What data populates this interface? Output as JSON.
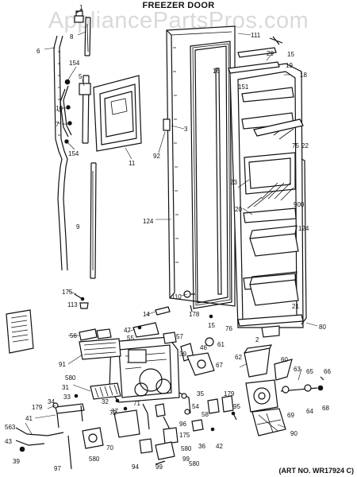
{
  "diagram": {
    "title": "FREEZER DOOR",
    "watermark": "AppliancePartsPros.com",
    "art_number": "(ART NO. WR17924 C)",
    "part_callouts": [
      "1",
      "6",
      "8",
      "154",
      "5",
      "10",
      "7",
      "154",
      "11",
      "3",
      "92",
      "9",
      "175",
      "113",
      "111",
      "29",
      "15",
      "19",
      "18",
      "16",
      "151",
      "23",
      "75",
      "22",
      "900",
      "124",
      "124",
      "21",
      "20",
      "110",
      "14",
      "178",
      "15",
      "76",
      "80",
      "2",
      "46",
      "47",
      "55",
      "56",
      "57",
      "39",
      "61",
      "62",
      "60",
      "67",
      "63",
      "65",
      "66",
      "64",
      "68",
      "69",
      "90",
      "91",
      "580",
      "31",
      "33",
      "32",
      "37",
      "34",
      "35",
      "54",
      "58",
      "179",
      "179",
      "95",
      "70",
      "71",
      "96",
      "72",
      "175",
      "36",
      "42",
      "41",
      "563",
      "43",
      "39",
      "97",
      "580",
      "94",
      "99",
      "580"
    ]
  }
}
